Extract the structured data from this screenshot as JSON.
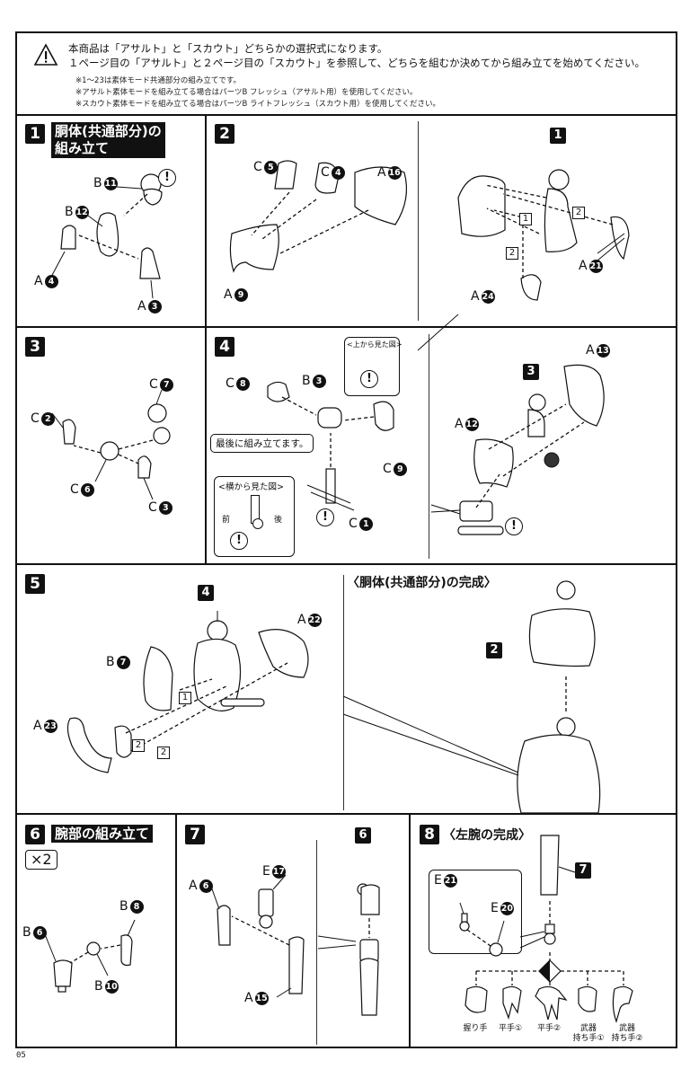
{
  "page_number": "05",
  "header": {
    "warning_icon": "warning-triangle-icon",
    "line1": "本商品は「アサルト」と「スカウト」どちらかの選択式になります。",
    "line2": "１ページ目の「アサルト」と２ページ目の「スカウト」を参照して、どちらを組むか決めてから組み立てを始めてください。",
    "notes": [
      "※1～23は素体モード共通部分の組み立てです。",
      "※アサルト素体モードを組み立てる場合はパーツB フレッシュ（アサルト用）を使用してください。",
      "※スカウト素体モードを組み立てる場合はパーツB ライトフレッシュ（スカウト用）を使用してください。"
    ]
  },
  "steps": {
    "s1": {
      "num": "1",
      "title_line1": "胴体(共通部分)の",
      "title_line2": "組み立て",
      "parts": [
        {
          "runner": "B",
          "num": "11"
        },
        {
          "runner": "B",
          "num": "12"
        },
        {
          "runner": "A",
          "num": "4"
        },
        {
          "runner": "A",
          "num": "3"
        }
      ],
      "caution": "!"
    },
    "s2": {
      "num": "2",
      "parts": [
        {
          "runner": "C",
          "num": "5"
        },
        {
          "runner": "C",
          "num": "4"
        },
        {
          "runner": "A",
          "num": "16"
        },
        {
          "runner": "A",
          "num": "9"
        },
        {
          "runner": "A",
          "num": "21"
        },
        {
          "runner": "A",
          "num": "24"
        }
      ],
      "ref": "1",
      "sequence": [
        "1",
        "2",
        "2"
      ]
    },
    "s3": {
      "num": "3",
      "parts": [
        {
          "runner": "C",
          "num": "7"
        },
        {
          "runner": "C",
          "num": "2"
        },
        {
          "runner": "C",
          "num": "6"
        },
        {
          "runner": "C",
          "num": "3"
        }
      ]
    },
    "s4": {
      "num": "4",
      "parts": [
        {
          "runner": "C",
          "num": "8"
        },
        {
          "runner": "B",
          "num": "3"
        },
        {
          "runner": "C",
          "num": "9"
        },
        {
          "runner": "C",
          "num": "1"
        },
        {
          "runner": "A",
          "num": "13"
        },
        {
          "runner": "A",
          "num": "12"
        }
      ],
      "top_view_caption": "<上から見た図>",
      "side_view_caption": "<横から見た図>",
      "front_label": "前",
      "back_label": "後",
      "assemble_last": "最後に組み立てます。",
      "ref": "3",
      "caution": "!"
    },
    "s5": {
      "num": "5",
      "parts": [
        {
          "runner": "A",
          "num": "22"
        },
        {
          "runner": "B",
          "num": "7"
        },
        {
          "runner": "A",
          "num": "23"
        }
      ],
      "ref": "4",
      "sequence": [
        "1",
        "2",
        "2"
      ]
    },
    "complete_torso": {
      "title": "〈胴体(共通部分)の完成〉",
      "ref": "2"
    },
    "s6": {
      "num": "6",
      "title": "腕部の組み立て",
      "multiplier": "×2",
      "parts": [
        {
          "runner": "B",
          "num": "8"
        },
        {
          "runner": "B",
          "num": "6"
        },
        {
          "runner": "B",
          "num": "10"
        }
      ]
    },
    "s7": {
      "num": "7",
      "parts": [
        {
          "runner": "E",
          "num": "17"
        },
        {
          "runner": "A",
          "num": "6"
        },
        {
          "runner": "A",
          "num": "15"
        }
      ],
      "ref": "6"
    },
    "s8": {
      "num": "8",
      "title": "〈左腕の完成〉",
      "ref": "7",
      "parts": [
        {
          "runner": "E",
          "num": "21"
        },
        {
          "runner": "E",
          "num": "20"
        }
      ],
      "selector_icon": "choose-diamond-icon",
      "hands": [
        {
          "label": "握り手"
        },
        {
          "label": "平手①"
        },
        {
          "label": "平手②"
        },
        {
          "label": "武器\n持ち手①"
        },
        {
          "label": "武器\n持ち手②"
        }
      ]
    }
  }
}
